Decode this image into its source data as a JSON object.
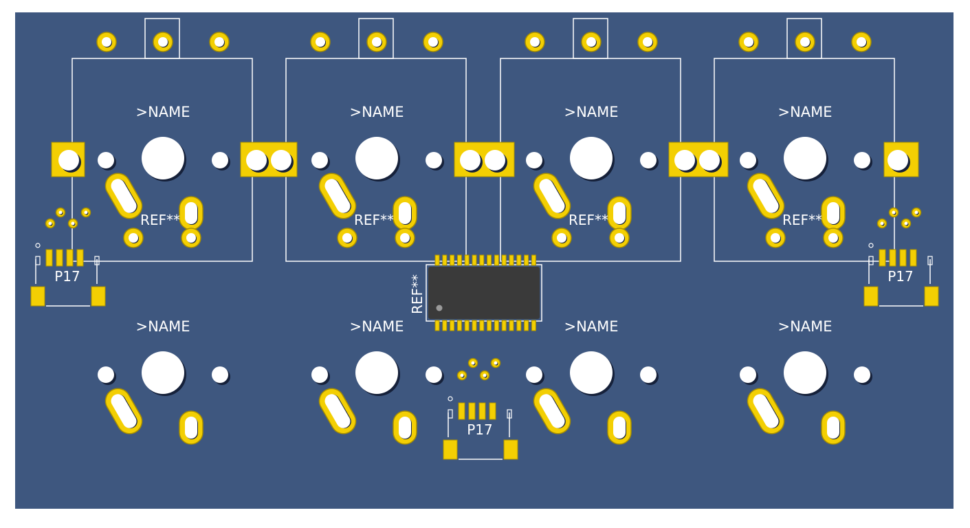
{
  "colors": {
    "background": "#ffffff",
    "board": "#3e577f",
    "copper": "#f3cf03",
    "copper_edge": "#a88f00",
    "silkscreen": "#ffffff",
    "drill": "#ffffff",
    "ic_body": "#3a3a3a"
  },
  "labels": {
    "switch_name": ">NAME",
    "switch_ref": "REF**",
    "ic_ref": "REF**",
    "connector": "P17"
  }
}
